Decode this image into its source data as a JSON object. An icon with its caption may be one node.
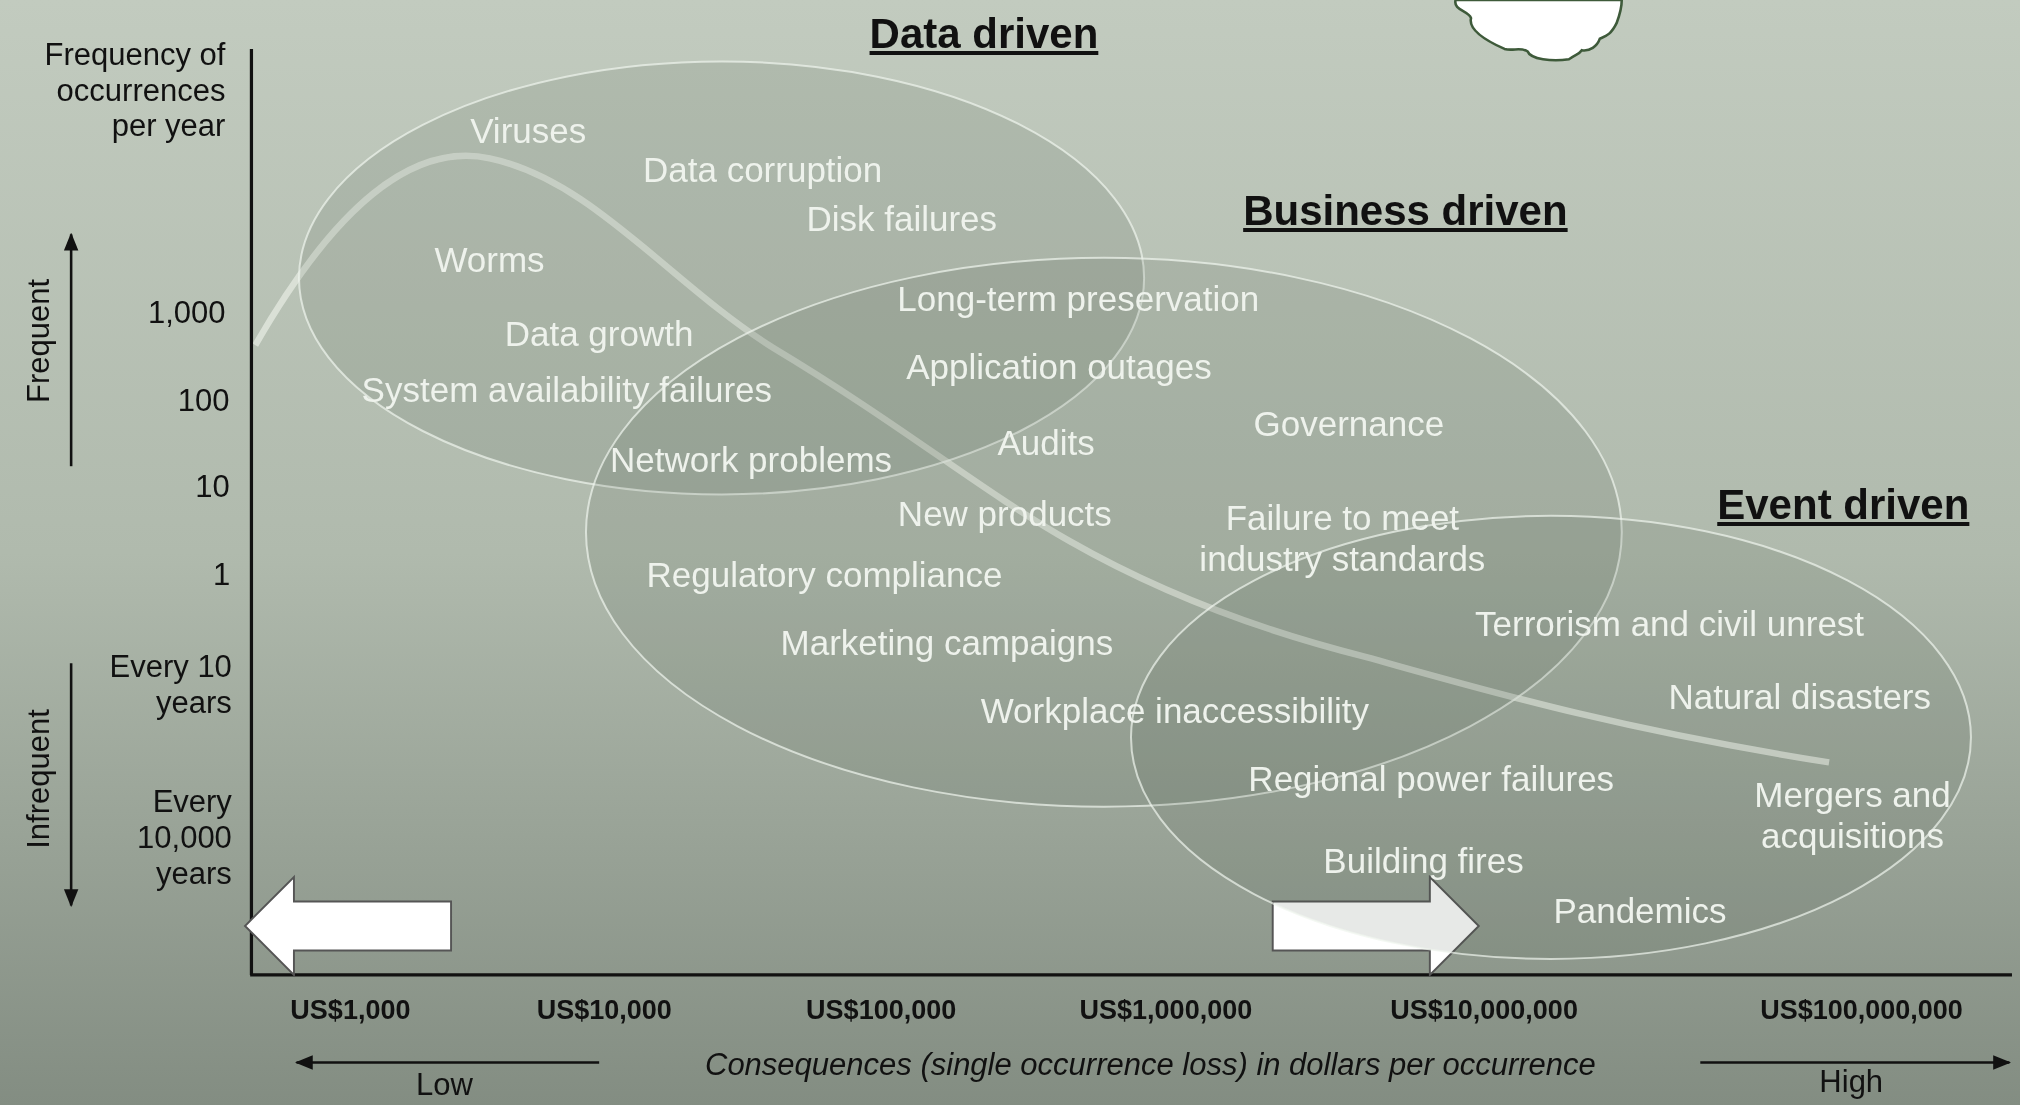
{
  "diagram": {
    "nodes": [
      {
        "text": [
          "Data driven"
        ]
      },
      {
        "text": [
          "Business driven"
        ]
      },
      {
        "text": [
          "Event driven"
        ]
      },
      {
        "text": [],
        "shape": "cloud"
      }
    ],
    "labels": [
      "Frequency of occurrences per year",
      "Viruses",
      "Data corruption",
      "Disk failures",
      "Worms",
      "Frequent",
      "1,000",
      "Long-term preservation",
      "Data growth",
      "Application outages",
      "100",
      "System availability failures",
      "Governance",
      "Audits",
      "Network problems",
      "10",
      "New products",
      "Failure to meet industry standards",
      "1",
      "Regulatory compliance",
      "Terrorism and civil unrest",
      "Marketing campaigns",
      "Every 10 years",
      "Natural disasters",
      "Workplace inaccessibility",
      "Infrequent",
      "Regional power failures",
      "Every 10,000 years",
      "Mergers and acquisitions",
      "Building fires",
      "Pandemics",
      "US$1,000",
      "US$10,000",
      "US$100,000",
      "US$1,000,000",
      "US$10,000,000",
      "US$100,000,000",
      "Consequences (single occurrence loss) in dollars per occurrence",
      "Low",
      "High"
    ]
  }
}
